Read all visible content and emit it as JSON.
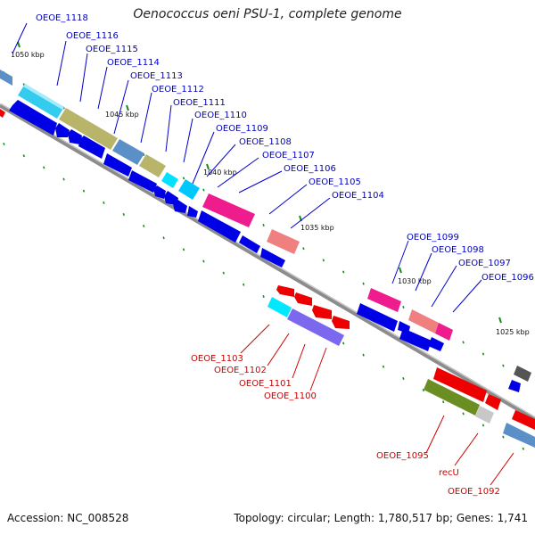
{
  "header": {
    "title": "Oenococcus oeni PSU-1, complete genome"
  },
  "footer": {
    "accession": "Accession: NC_008528",
    "summary": "Topology: circular; Length: 1,780,517 bp; Genes: 1,741"
  },
  "colors": {
    "backbone": "#8c8c8c",
    "minor_tick": "#1e8a1e",
    "gene_blue": "#0000e6",
    "gene_red": "#ee0000",
    "label_blue": "#0000cc",
    "label_red": "#cc0000"
  },
  "scale_labels": [
    {
      "text": "1050 kbp"
    },
    {
      "text": "1045 kbp"
    },
    {
      "text": "1040 kbp"
    },
    {
      "text": "1035 kbp"
    },
    {
      "text": "1030 kbp"
    },
    {
      "text": "1025 kbp"
    }
  ],
  "gene_labels_top": [
    "OEOE_1118",
    "OEOE_1116",
    "OEOE_1115",
    "OEOE_1114",
    "OEOE_1113",
    "OEOE_1112",
    "OEOE_1111",
    "OEOE_1110",
    "OEOE_1109",
    "OEOE_1108",
    "OEOE_1107",
    "OEOE_1106",
    "OEOE_1105",
    "OEOE_1104",
    "OEOE_1099",
    "OEOE_1098",
    "OEOE_1097",
    "OEOE_1096"
  ],
  "gene_labels_bottom": [
    "OEOE_1103",
    "OEOE_1102",
    "OEOE_1101",
    "OEOE_1100",
    "OEOE_1095",
    "recU",
    "OEOE_1092"
  ]
}
